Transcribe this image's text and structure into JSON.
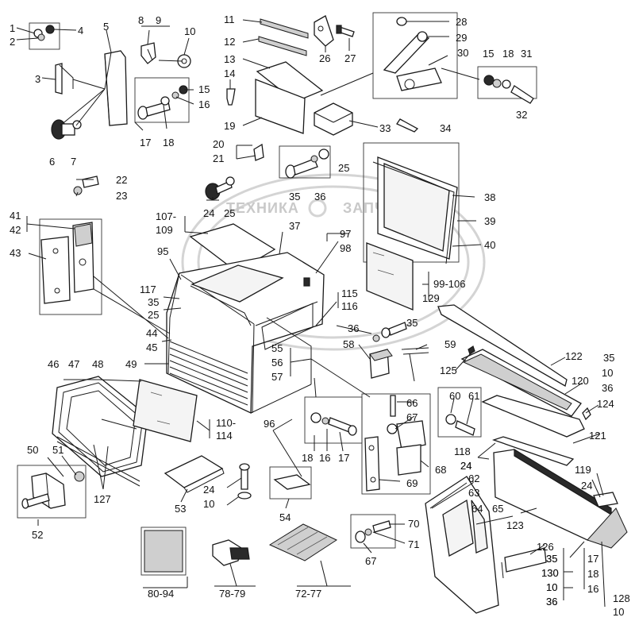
{
  "watermark": {
    "left": "ТЕХНИКА",
    "right": "ЗАПЧАСТИ"
  },
  "labels": [
    {
      "id": "1",
      "text": "1"
    },
    {
      "id": "2",
      "text": "2"
    },
    {
      "id": "3",
      "text": "3"
    },
    {
      "id": "4",
      "text": "4"
    },
    {
      "id": "5",
      "text": "5"
    },
    {
      "id": "6",
      "text": "6"
    },
    {
      "id": "7",
      "text": "7"
    },
    {
      "id": "8",
      "text": "8"
    },
    {
      "id": "9",
      "text": "9"
    },
    {
      "id": "10a",
      "text": "10"
    },
    {
      "id": "11",
      "text": "11"
    },
    {
      "id": "12",
      "text": "12"
    },
    {
      "id": "13",
      "text": "13"
    },
    {
      "id": "14",
      "text": "14"
    },
    {
      "id": "15a",
      "text": "15"
    },
    {
      "id": "16a",
      "text": "16"
    },
    {
      "id": "17a",
      "text": "17"
    },
    {
      "id": "18a",
      "text": "18"
    },
    {
      "id": "19",
      "text": "19"
    },
    {
      "id": "20",
      "text": "20"
    },
    {
      "id": "21",
      "text": "21"
    },
    {
      "id": "22",
      "text": "22"
    },
    {
      "id": "23",
      "text": "23"
    },
    {
      "id": "24a",
      "text": "24"
    },
    {
      "id": "25a",
      "text": "25"
    },
    {
      "id": "25b",
      "text": "25"
    },
    {
      "id": "26",
      "text": "26"
    },
    {
      "id": "27",
      "text": "27"
    },
    {
      "id": "28",
      "text": "28"
    },
    {
      "id": "29",
      "text": "29"
    },
    {
      "id": "30",
      "text": "30"
    },
    {
      "id": "31",
      "text": "31"
    },
    {
      "id": "15b",
      "text": "15"
    },
    {
      "id": "18b",
      "text": "18"
    },
    {
      "id": "32",
      "text": "32"
    },
    {
      "id": "33",
      "text": "33"
    },
    {
      "id": "34",
      "text": "34"
    },
    {
      "id": "35a",
      "text": "35"
    },
    {
      "id": "36a",
      "text": "36"
    },
    {
      "id": "37",
      "text": "37"
    },
    {
      "id": "38",
      "text": "38"
    },
    {
      "id": "39",
      "text": "39"
    },
    {
      "id": "40",
      "text": "40"
    },
    {
      "id": "41",
      "text": "41"
    },
    {
      "id": "42",
      "text": "42"
    },
    {
      "id": "43",
      "text": "43"
    },
    {
      "id": "44",
      "text": "44"
    },
    {
      "id": "45",
      "text": "45"
    },
    {
      "id": "46",
      "text": "46"
    },
    {
      "id": "47",
      "text": "47"
    },
    {
      "id": "48",
      "text": "48"
    },
    {
      "id": "49",
      "text": "49"
    },
    {
      "id": "50",
      "text": "50"
    },
    {
      "id": "51",
      "text": "51"
    },
    {
      "id": "52",
      "text": "52"
    },
    {
      "id": "53",
      "text": "53"
    },
    {
      "id": "54",
      "text": "54"
    },
    {
      "id": "55",
      "text": "55"
    },
    {
      "id": "56",
      "text": "56"
    },
    {
      "id": "57",
      "text": "57"
    },
    {
      "id": "58",
      "text": "58"
    },
    {
      "id": "59",
      "text": "59"
    },
    {
      "id": "60",
      "text": "60"
    },
    {
      "id": "61",
      "text": "61"
    },
    {
      "id": "62",
      "text": "62"
    },
    {
      "id": "63",
      "text": "63"
    },
    {
      "id": "64",
      "text": "64"
    },
    {
      "id": "65",
      "text": "65"
    },
    {
      "id": "66",
      "text": "66"
    },
    {
      "id": "67a",
      "text": "67"
    },
    {
      "id": "67b",
      "text": "67"
    },
    {
      "id": "68",
      "text": "68"
    },
    {
      "id": "69",
      "text": "69"
    },
    {
      "id": "70",
      "text": "70"
    },
    {
      "id": "71",
      "text": "71"
    },
    {
      "id": "72-77",
      "text": "72-77"
    },
    {
      "id": "78-79",
      "text": "78-79"
    },
    {
      "id": "80-94",
      "text": "80-94"
    },
    {
      "id": "95",
      "text": "95"
    },
    {
      "id": "96",
      "text": "96"
    },
    {
      "id": "97",
      "text": "97"
    },
    {
      "id": "98",
      "text": "98"
    },
    {
      "id": "99-106",
      "text": "99-106"
    },
    {
      "id": "107",
      "text": "107-"
    },
    {
      "id": "109",
      "text": "109"
    },
    {
      "id": "110",
      "text": "110-"
    },
    {
      "id": "114",
      "text": "114"
    },
    {
      "id": "115",
      "text": "115"
    },
    {
      "id": "116",
      "text": "116"
    },
    {
      "id": "117",
      "text": "117"
    },
    {
      "id": "35b",
      "text": "35"
    },
    {
      "id": "25c",
      "text": "25"
    },
    {
      "id": "118",
      "text": "118"
    },
    {
      "id": "24b",
      "text": "24"
    },
    {
      "id": "119",
      "text": "119"
    },
    {
      "id": "24c",
      "text": "24"
    },
    {
      "id": "120",
      "text": "120"
    },
    {
      "id": "121",
      "text": "121"
    },
    {
      "id": "122",
      "text": "122"
    },
    {
      "id": "123",
      "text": "123"
    },
    {
      "id": "124",
      "text": "124"
    },
    {
      "id": "125",
      "text": "125"
    },
    {
      "id": "126",
      "text": "126"
    },
    {
      "id": "127",
      "text": "127"
    },
    {
      "id": "128",
      "text": "128"
    },
    {
      "id": "10b",
      "text": "10"
    },
    {
      "id": "129",
      "text": "129"
    },
    {
      "id": "130",
      "text": "130"
    },
    {
      "id": "35c",
      "text": "35"
    },
    {
      "id": "10c",
      "text": "10"
    },
    {
      "id": "36b",
      "text": "36"
    },
    {
      "id": "24d",
      "text": "24"
    },
    {
      "id": "10d",
      "text": "10"
    },
    {
      "id": "35d",
      "text": "35"
    },
    {
      "id": "36c",
      "text": "36"
    },
    {
      "id": "18c",
      "text": "18"
    },
    {
      "id": "16b",
      "text": "16"
    },
    {
      "id": "17b",
      "text": "17"
    },
    {
      "id": "35e",
      "text": "35"
    },
    {
      "id": "36d",
      "text": "36"
    },
    {
      "id": "35f",
      "text": "35"
    },
    {
      "id": "130b",
      "text": "130"
    },
    {
      "id": "10e",
      "text": "10"
    },
    {
      "id": "36e",
      "text": "36"
    },
    {
      "id": "17c",
      "text": "17"
    },
    {
      "id": "18d",
      "text": "18"
    },
    {
      "id": "16c",
      "text": "16"
    },
    {
      "id": "10f",
      "text": "10"
    },
    {
      "id": "24e",
      "text": "24"
    }
  ]
}
